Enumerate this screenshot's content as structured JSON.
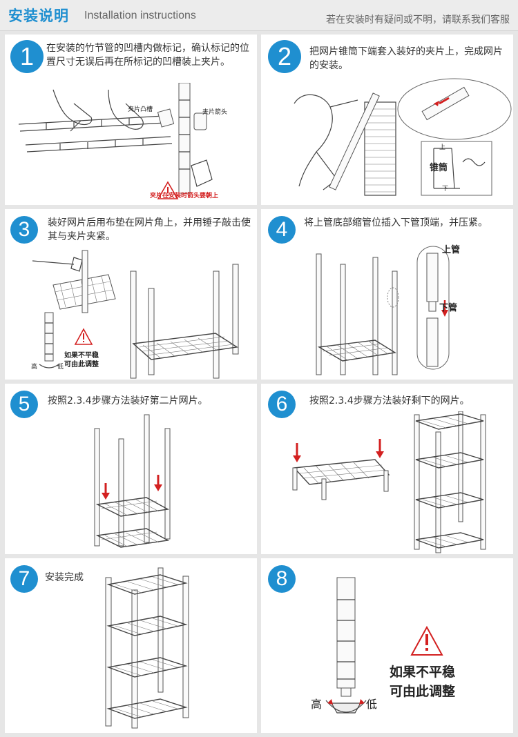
{
  "header": {
    "title": "安装说明",
    "subtitle": "Installation instructions",
    "contact": "若在安装时有疑问或不明，请联系我们客服"
  },
  "steps": [
    {
      "num": "1",
      "text": "在安装的竹节管的凹槽内做标记，确认标记的位置尺寸无误后再在所标记的凹槽装上夹片。"
    },
    {
      "num": "2",
      "text": "把网片锥筒下端套入装好的夹片上，完成网片的安装。"
    },
    {
      "num": "3",
      "text": "装好网片后用布垫在网片角上，并用锤子敲击使其与夹片夹紧。"
    },
    {
      "num": "4",
      "text": "将上管底部缩管位插入下管顶端，并压紧。"
    },
    {
      "num": "5",
      "text": "按照2.3.4步骤方法装好第二片网片。"
    },
    {
      "num": "6",
      "text": "按照2.3.4步骤方法装好剩下的网片。"
    },
    {
      "num": "7",
      "text": "安装完成"
    },
    {
      "num": "8",
      "text": ""
    }
  ],
  "labels": {
    "clip_groove": "夹片凸槽",
    "clip_arrow": "夹片箭头",
    "clip_warning": "夹片在安装时箭头要朝上",
    "cone": "锥筒",
    "top_mark": "上",
    "bottom_mark": "下",
    "upper_pipe": "上管",
    "lower_pipe": "下管",
    "uneven_line1": "如果不平稳",
    "uneven_line2": "可由此调整",
    "high": "高",
    "low": "低"
  },
  "colors": {
    "accent": "#1f8fd0",
    "warning": "#d32020"
  }
}
